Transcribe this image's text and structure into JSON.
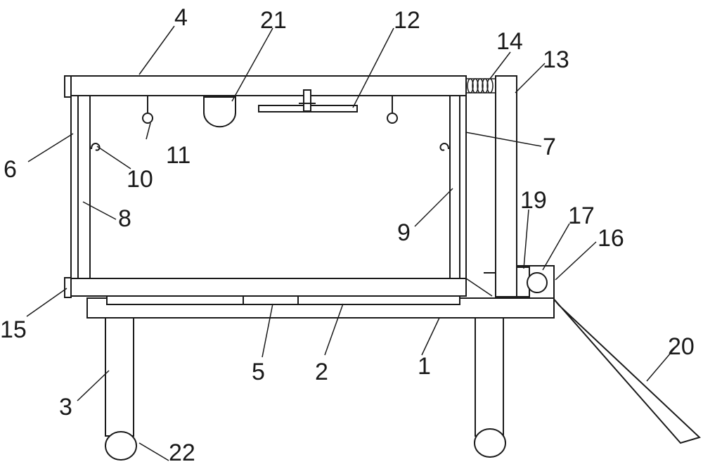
{
  "labels": {
    "l1": "1",
    "l2": "2",
    "l3": "3",
    "l4": "4",
    "l5": "5",
    "l6": "6",
    "l7": "7",
    "l8": "8",
    "l9": "9",
    "l10": "10",
    "l11": "11",
    "l12": "12",
    "l13": "13",
    "l14": "14",
    "l15": "15",
    "l16": "16",
    "l17": "17",
    "l19": "19",
    "l20": "20",
    "l21": "21",
    "l22": "22"
  }
}
